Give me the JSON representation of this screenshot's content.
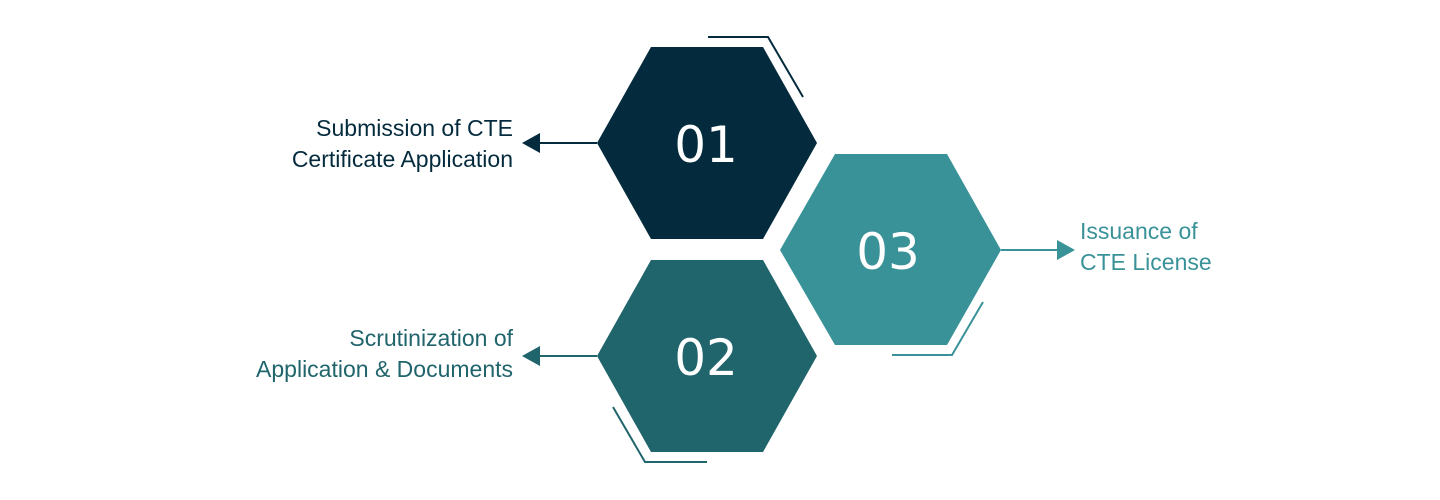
{
  "colors": {
    "step1": "#042b3d",
    "step2": "#20646c",
    "step3": "#3a9299"
  },
  "steps": [
    {
      "number": "01",
      "line1": "Submission of CTE",
      "line2": "Certificate Application"
    },
    {
      "number": "02",
      "line1": "Scrutinization of",
      "line2": "Application & Documents"
    },
    {
      "number": "03",
      "line1": "Issuance of",
      "line2": "CTE License"
    }
  ]
}
